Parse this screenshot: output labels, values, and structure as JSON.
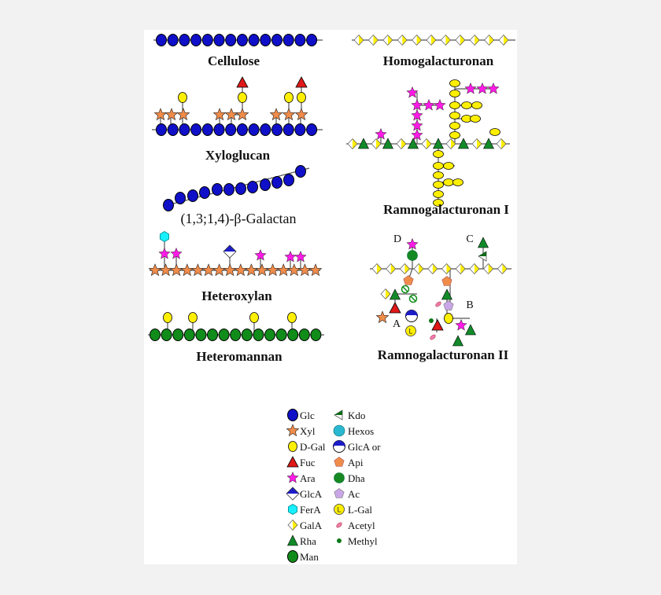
{
  "polysaccharides": {
    "cellulose": "Cellulose",
    "homogalacturonan": "Homogalacturonan",
    "xyloglucan": "Xyloglucan",
    "ramnogalacturonan_1": "Ramnogalacturonan I",
    "galactan": "(1,3;1,4)-β-Galactan",
    "heteroxylan": "Heteroxylan",
    "ramnogalacturonan_2": "Ramnogalacturonan II",
    "heteromannan": "Heteromannan"
  },
  "rg2_side_chain_markers": [
    "A",
    "B",
    "C",
    "D"
  ],
  "legend": {
    "left": [
      {
        "label": "Glc",
        "icon": "blue-circle"
      },
      {
        "label": "Xyl",
        "icon": "orange-star"
      },
      {
        "label": "D-Gal",
        "icon": "yellow-oval"
      },
      {
        "label": "Fuc",
        "icon": "red-triangle"
      },
      {
        "label": "Ara",
        "icon": "magenta-star"
      },
      {
        "label": "GlcA",
        "icon": "blue-white-diamond"
      },
      {
        "label": "FerA",
        "icon": "cyan-hexagon"
      },
      {
        "label": "GalA",
        "icon": "yellow-white-diamond"
      },
      {
        "label": "Rha",
        "icon": "green-triangle"
      },
      {
        "label": "Man",
        "icon": "green-oval"
      }
    ],
    "right": [
      {
        "label": "Kdo",
        "icon": "green-white-half-diamond"
      },
      {
        "label": "Hexos",
        "icon": "teal-circle"
      },
      {
        "label": "GlcA or",
        "icon": "blue-white-split-circle"
      },
      {
        "label": "Api",
        "icon": "orange-pentagon"
      },
      {
        "label": "Dha",
        "icon": "green-circle"
      },
      {
        "label": "Ac",
        "icon": "lavender-pentagon"
      },
      {
        "label": "L-Gal",
        "icon": "yellow-L-circle"
      },
      {
        "label": "Acetyl",
        "icon": "pink-small-oval"
      },
      {
        "label": "Methyl",
        "icon": "green-dot"
      }
    ]
  },
  "colors": {
    "glc": "#1010c8",
    "xyl": "#f08c4a",
    "gal": "#ffef00",
    "fuc": "#e01818",
    "ara": "#ff1ae6",
    "glca": "#1d1dc8",
    "fera": "#16f0ff",
    "gala": "#ffef00",
    "rha": "#138a2a",
    "man": "#118c1a",
    "kdo": "#0d6b16",
    "hexos": "#2ab8d0",
    "api": "#f08c4a",
    "dha": "#158a22",
    "ac": "#c9a6e6",
    "lgal": "#ffef00",
    "acetyl": "#f07ab0",
    "methyl": "#0f7a1a"
  }
}
